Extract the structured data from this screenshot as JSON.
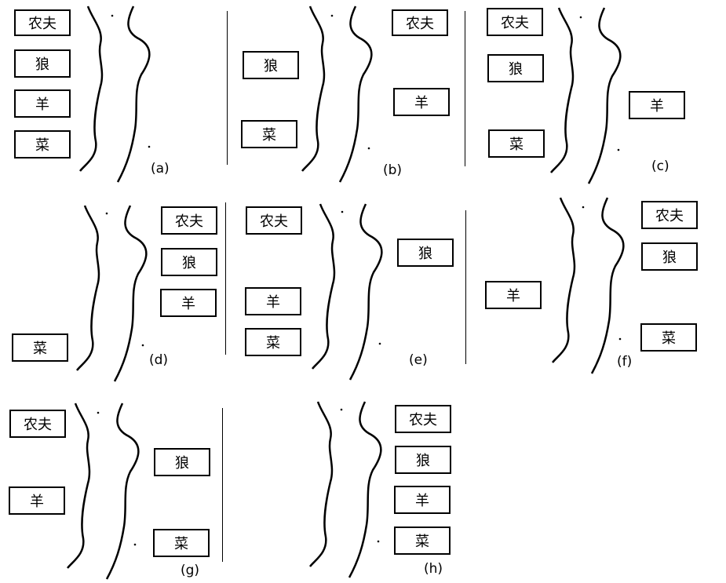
{
  "items": {
    "farmer": "农夫",
    "wolf": "狼",
    "sheep": "羊",
    "cabbage": "菜"
  },
  "captions": {
    "a": "(a)",
    "b": "(b)",
    "c": "(c)",
    "d": "(d)",
    "e": "(e)",
    "f": "(f)",
    "g": "(g)",
    "h": "(h)"
  },
  "colors": {
    "line": "#000000",
    "background": "#ffffff"
  }
}
